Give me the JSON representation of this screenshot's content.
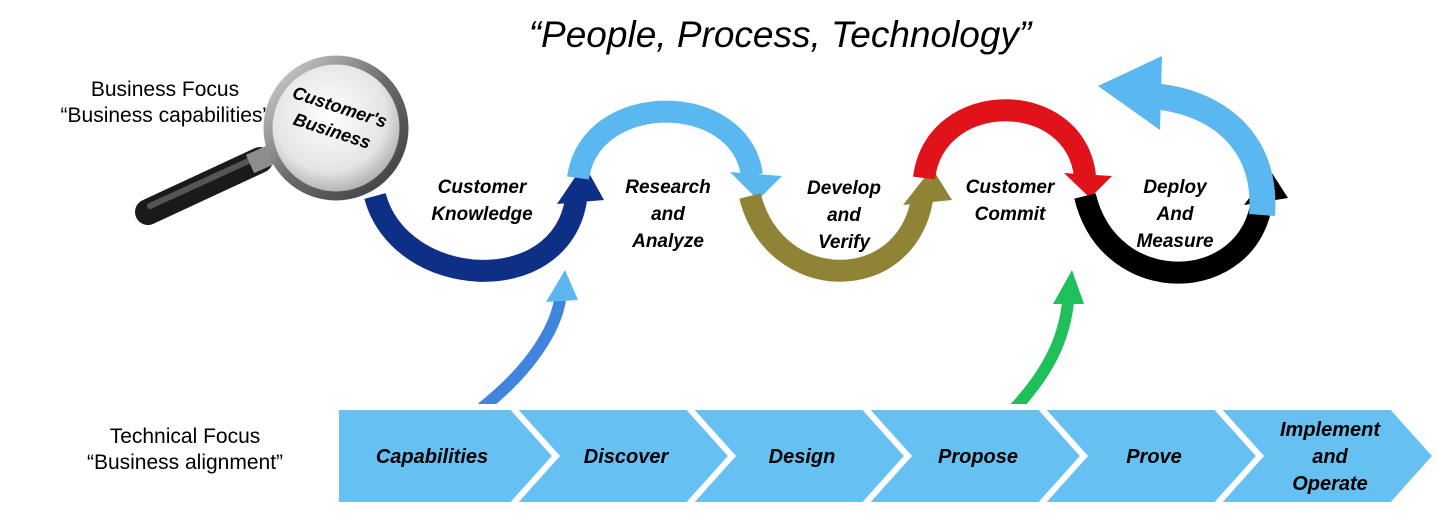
{
  "title": "“People, Process, Technology”",
  "business_focus": {
    "line1": "Business Focus",
    "line2": "“Business capabilities”",
    "magnifier_text": "Customer's\nBusiness"
  },
  "technical_focus": {
    "line1": "Technical Focus",
    "line2": "“Business alignment”"
  },
  "stages": [
    "Customer\nKnowledge",
    "Research\nand\nAnalyze",
    "Develop\nand\nVerify",
    "Customer\nCommit",
    "Deploy\nAnd\nMeasure"
  ],
  "chevrons": [
    "Capabilities",
    "Discover",
    "Design",
    "Propose",
    "Prove",
    "Implement\nand\nOperate"
  ],
  "colors": {
    "navy": "#0e2f86",
    "light_blue": "#5ab7f0",
    "olive": "#8f8436",
    "red": "#e0121a",
    "black": "#000000",
    "chevron_fill": "#67c0f2",
    "green": "#1fbf5a",
    "mid_blue": "#3f84dd"
  }
}
